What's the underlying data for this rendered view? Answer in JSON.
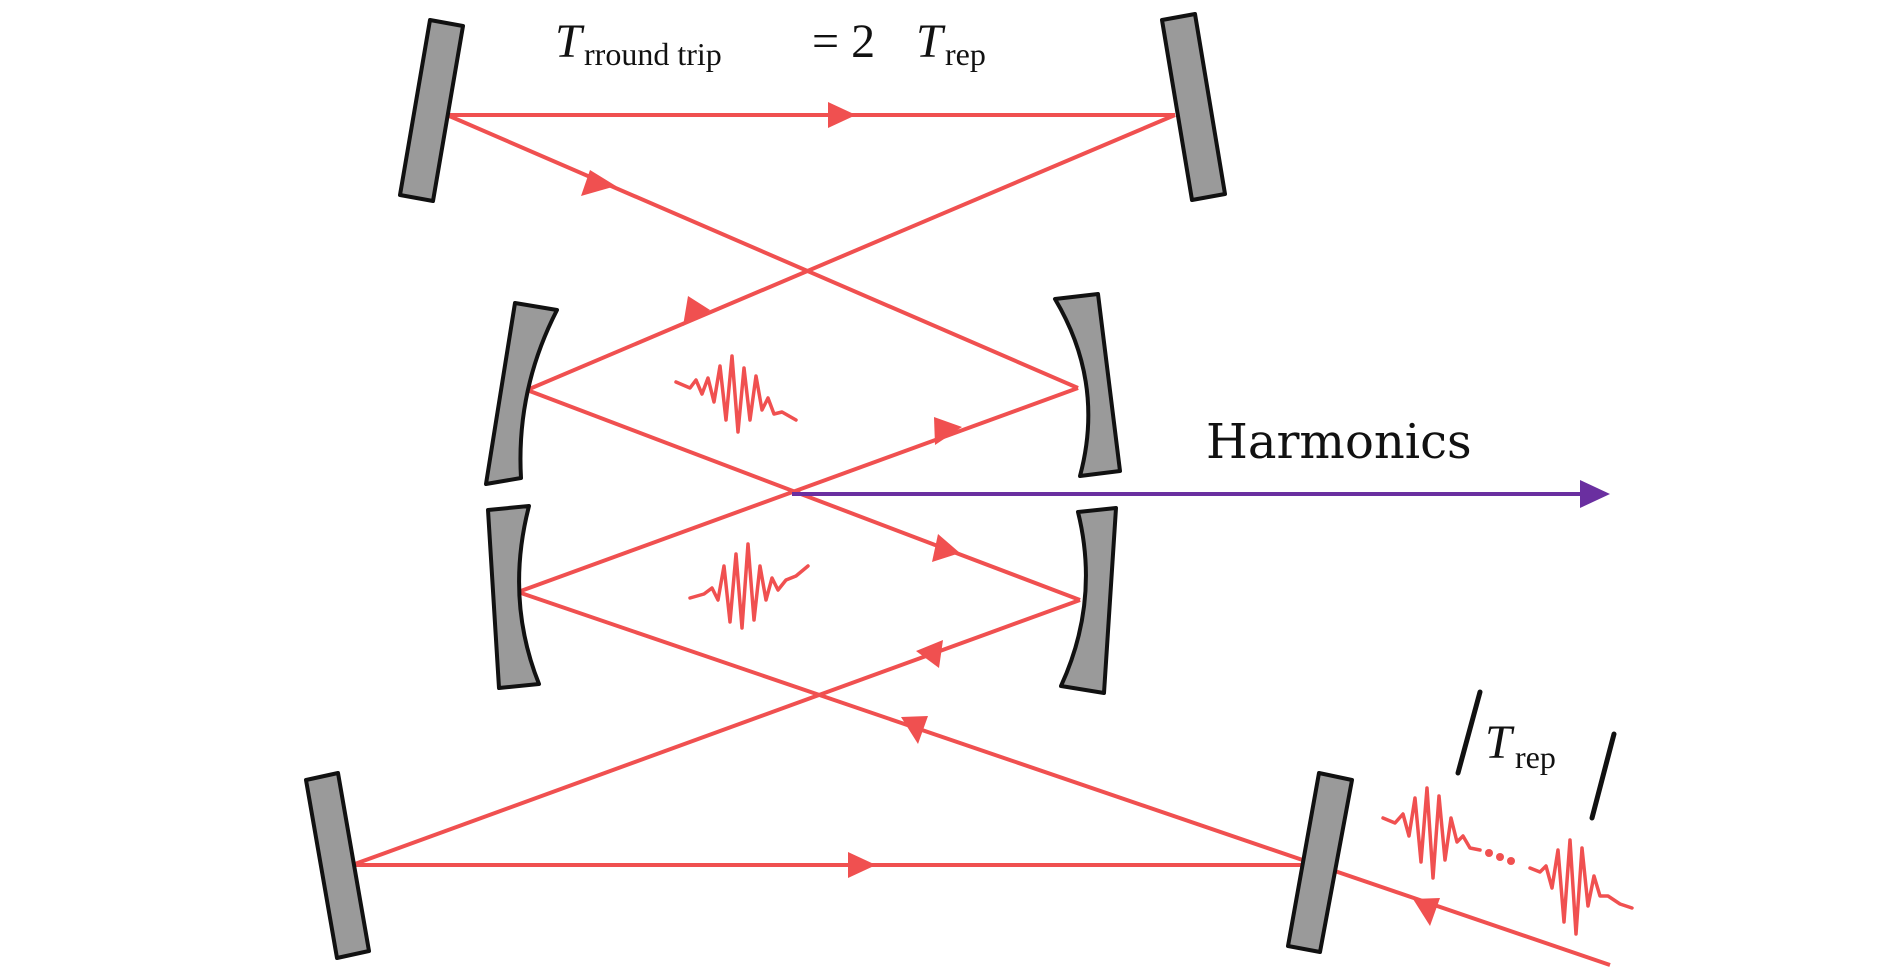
{
  "labels": {
    "round_trip_T": "T",
    "round_trip_sub": "rround trip",
    "round_trip_eq": "= 2",
    "round_trip_T2": "T",
    "round_trip_sub2": "rep",
    "harmonics": "Harmonics",
    "rep_T": "T",
    "rep_sub": "rep"
  },
  "colors": {
    "beam": "#f05050",
    "harmonics": "#6a2fa0",
    "mirror_fill": "#9a9a9a",
    "mirror_stroke": "#111111",
    "text": "#111111"
  },
  "icons": {
    "flat_mirror": "flat-mirror-icon",
    "curved_mirror": "curved-mirror-icon",
    "pulse": "laser-pulse-icon",
    "arrow": "arrowhead-icon"
  }
}
